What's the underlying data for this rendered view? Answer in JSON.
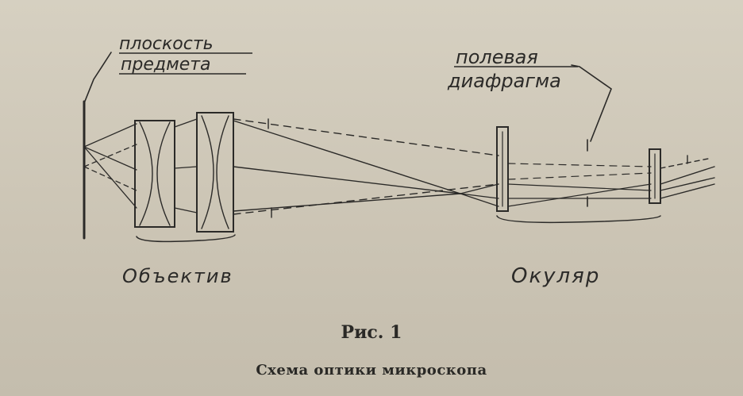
{
  "labels": {
    "object_plane_line1": "плоскость",
    "object_plane_line2": "предмета",
    "field_diaphragm_line1": "полевая",
    "field_diaphragm_line2": "диафрагма",
    "objective": "Объектив",
    "eyepiece": "Окуляр"
  },
  "caption": {
    "figure_number": "Рис. 1",
    "title": "Схема оптики микроскопа"
  },
  "colors": {
    "ink": "#2b2a28",
    "paper": "#d0c9b9"
  }
}
